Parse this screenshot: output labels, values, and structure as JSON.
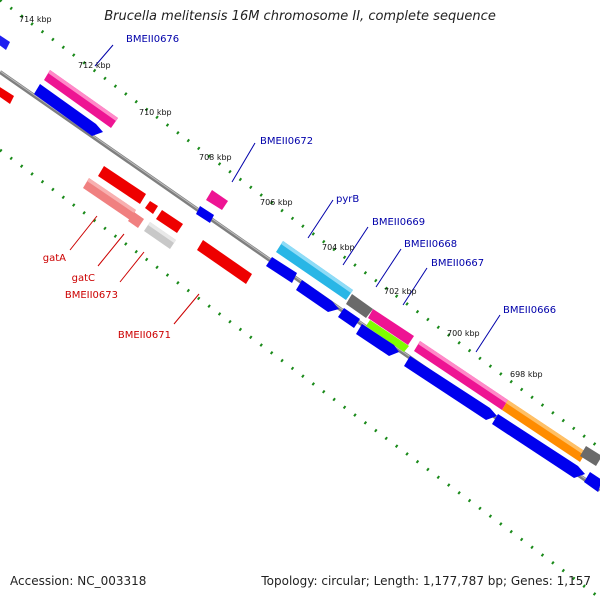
{
  "title": "Brucella melitensis 16M chromosome II, complete sequence",
  "footer": {
    "accession": "Accession: NC_003318",
    "summary": "Topology: circular; Length: 1,177,787 bp; Genes: 1,157"
  },
  "ruler_labels": [
    "714 kbp",
    "712 kbp",
    "710 kbp",
    "708 kbp",
    "706 kbp",
    "704 kbp",
    "702 kbp",
    "700 kbp",
    "698 kbp"
  ],
  "gene_labels_top": [
    "BMEII0676",
    "BMEII0672",
    "pyrB",
    "BMEII0669",
    "BMEII0668",
    "BMEII0667",
    "BMEII0666"
  ],
  "gene_labels_bottom": [
    "gatA",
    "gatC",
    "BMEII0673",
    "BMEII0671"
  ],
  "colors": {
    "forward_cds": "#0000ee",
    "reverse_cds": "#ee0000",
    "magenta_feature": "#ee1493",
    "top_label": "#0000aa",
    "bottom_label": "#cc0000",
    "tick": "#1a8a1a",
    "backbone": "#7f7f7f"
  }
}
